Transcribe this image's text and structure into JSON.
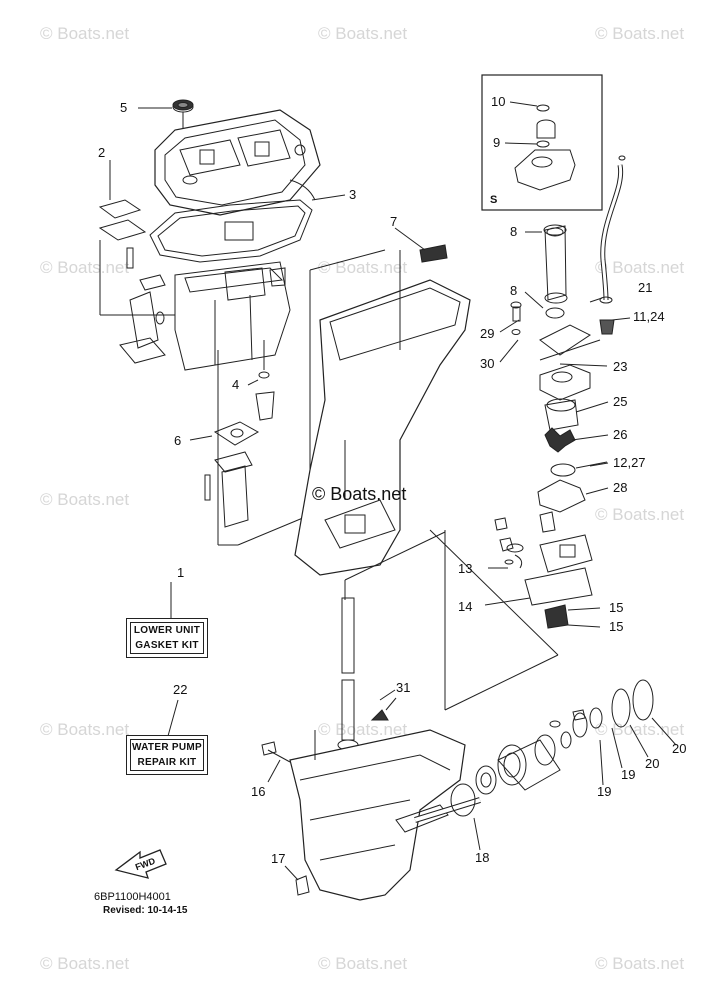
{
  "watermark_text": "© Boats.net",
  "center_watermark": "© Boats.net",
  "callouts": {
    "c1": "1",
    "c2": "2",
    "c3": "3",
    "c4": "4",
    "c5": "5",
    "c6": "6",
    "c7": "7",
    "c8a": "8",
    "c8b": "8",
    "c9": "9",
    "c10": "10",
    "c1124": "11,24",
    "c1227": "12,27",
    "c13": "13",
    "c14": "14",
    "c15a": "15",
    "c15b": "15",
    "c16": "16",
    "c17": "17",
    "c18": "18",
    "c19a": "19",
    "c19b": "19",
    "c20a": "20",
    "c20b": "20",
    "c21": "21",
    "c22": "22",
    "c23": "23",
    "c25": "25",
    "c26": "26",
    "c28": "28",
    "c29": "29",
    "c30": "30",
    "c31": "31"
  },
  "inset_label": "S",
  "kits": {
    "lower_unit": {
      "line1": "LOWER UNIT",
      "line2": "GASKET KIT"
    },
    "water_pump": {
      "line1": "WATER PUMP",
      "line2": "REPAIR KIT"
    }
  },
  "fwd_label": "FWD",
  "footer": {
    "part_code": "6BP1100H4001",
    "revised": "Revised: 10-14-15"
  },
  "colors": {
    "ink": "#222222",
    "watermark": "#d6d6d6",
    "background": "#ffffff"
  }
}
